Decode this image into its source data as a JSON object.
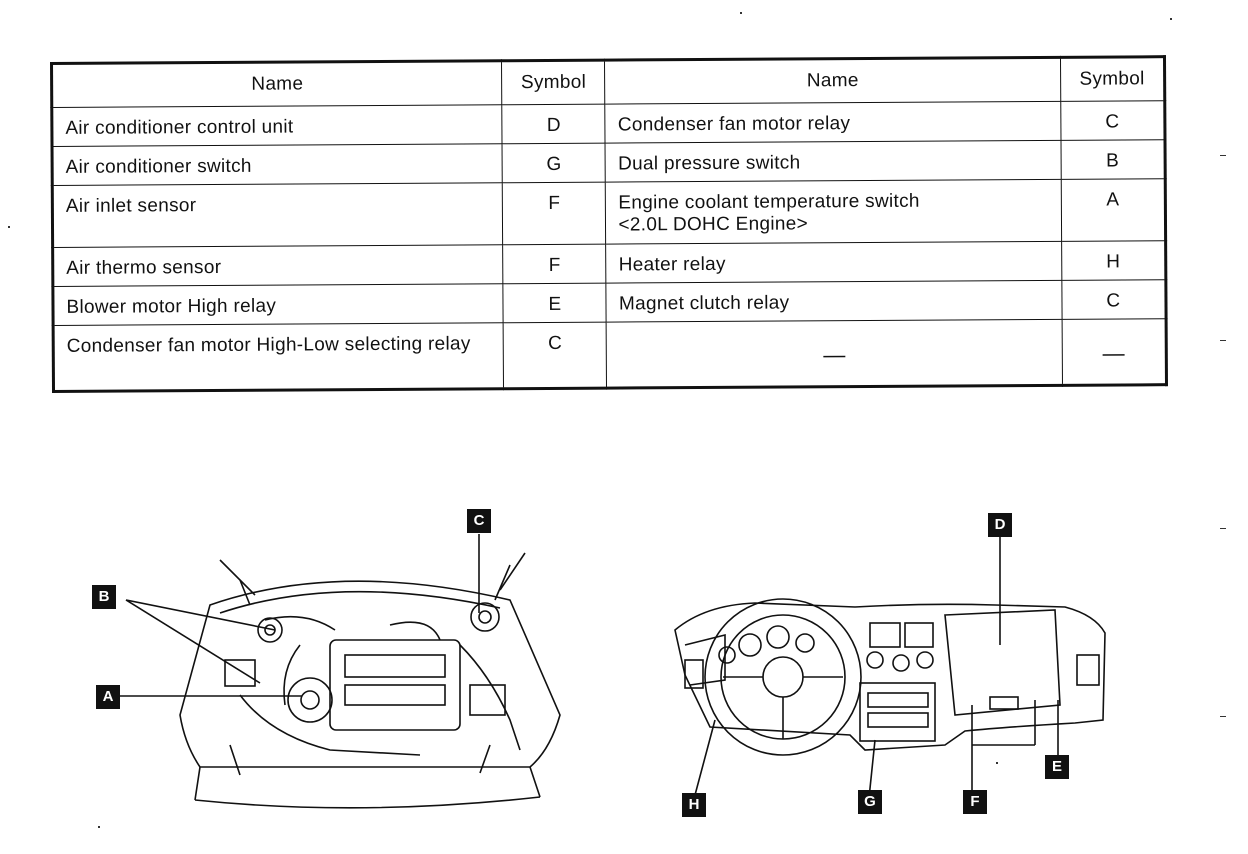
{
  "table": {
    "headers": [
      "Name",
      "Symbol",
      "Name",
      "Symbol"
    ],
    "rows": [
      {
        "left_name": "Air conditioner control unit",
        "left_symbol": "D",
        "right_name": "Condenser fan motor relay",
        "right_name_line2": "",
        "right_symbol": "C"
      },
      {
        "left_name": "Air conditioner switch",
        "left_symbol": "G",
        "right_name": "Dual pressure switch",
        "right_name_line2": "",
        "right_symbol": "B"
      },
      {
        "left_name": "Air inlet sensor",
        "left_symbol": "F",
        "right_name": "Engine coolant temperature switch",
        "right_name_line2": "<2.0L DOHC Engine>",
        "right_symbol": "A"
      },
      {
        "left_name": "Air thermo sensor",
        "left_symbol": "F",
        "right_name": "Heater relay",
        "right_name_line2": "",
        "right_symbol": "H"
      },
      {
        "left_name": "Blower motor High relay",
        "left_symbol": "E",
        "right_name": "Magnet clutch relay",
        "right_name_line2": "",
        "right_symbol": "C"
      },
      {
        "left_name": "Condenser fan motor High-Low selecting relay",
        "left_symbol": "C",
        "right_name": "—",
        "right_name_line2": "",
        "right_symbol": "—"
      }
    ]
  },
  "engine_diagram": {
    "labels": {
      "A": "A",
      "B": "B",
      "C": "C"
    }
  },
  "dashboard_diagram": {
    "labels": {
      "D": "D",
      "E": "E",
      "F": "F",
      "G": "G",
      "H": "H"
    }
  }
}
